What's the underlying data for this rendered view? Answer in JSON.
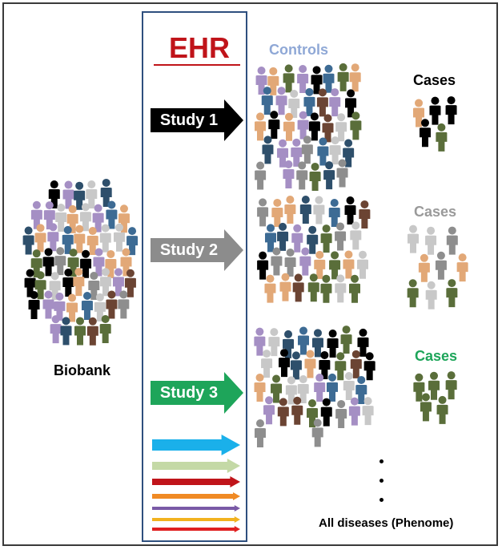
{
  "ehr": {
    "title": "EHR"
  },
  "biobank": {
    "label": "Biobank"
  },
  "studies": [
    {
      "label": "Study 1",
      "color": "#000000"
    },
    {
      "label": "Study 2",
      "color": "#8c8c8c"
    },
    {
      "label": "Study 3",
      "color": "#1ea55a"
    }
  ],
  "extra_arrow_colors": [
    "#1ab0ea",
    "#c4d9a6",
    "#c0141a",
    "#f08a24",
    "#7a5aa6",
    "#f2b21e",
    "#e02020"
  ],
  "groups": {
    "controls_label": "Controls",
    "cases": [
      {
        "label": "Cases",
        "color": "#000000"
      },
      {
        "label": "Cases",
        "color": "#9a9a9a"
      },
      {
        "label": "Cases",
        "color": "#1ea55a"
      }
    ]
  },
  "footer": {
    "phenome_label": "All diseases (Phenome)"
  },
  "person_colors": [
    "#000000",
    "#8e8e8e",
    "#c8c8c8",
    "#a58fc4",
    "#e2a877",
    "#2e4f6b",
    "#5a6e3a",
    "#6b4433",
    "#3d6b94"
  ]
}
